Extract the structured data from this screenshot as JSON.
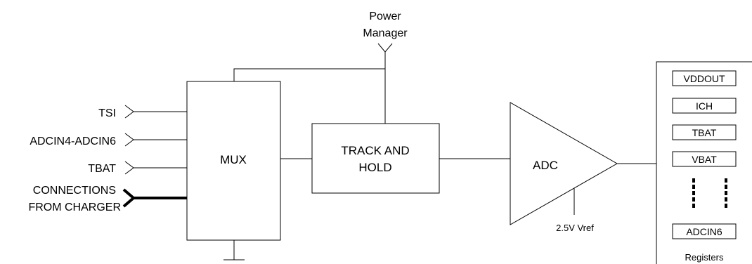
{
  "inputs": {
    "tsi": "TSI",
    "adcin": "ADCIN4-ADCIN6",
    "tbat": "TBAT",
    "charger_line1": "CONNECTIONS",
    "charger_line2": "FROM CHARGER"
  },
  "power_manager": {
    "line1": "Power",
    "line2": "Manager"
  },
  "blocks": {
    "mux": "MUX",
    "track_line1": "TRACK AND",
    "track_line2": "HOLD",
    "adc": "ADC",
    "vref": "2.5V Vref"
  },
  "registers": {
    "items": [
      "VDDOUT",
      "ICH",
      "TBAT",
      "VBAT"
    ],
    "last": "ADCIN6",
    "caption": "Registers"
  }
}
